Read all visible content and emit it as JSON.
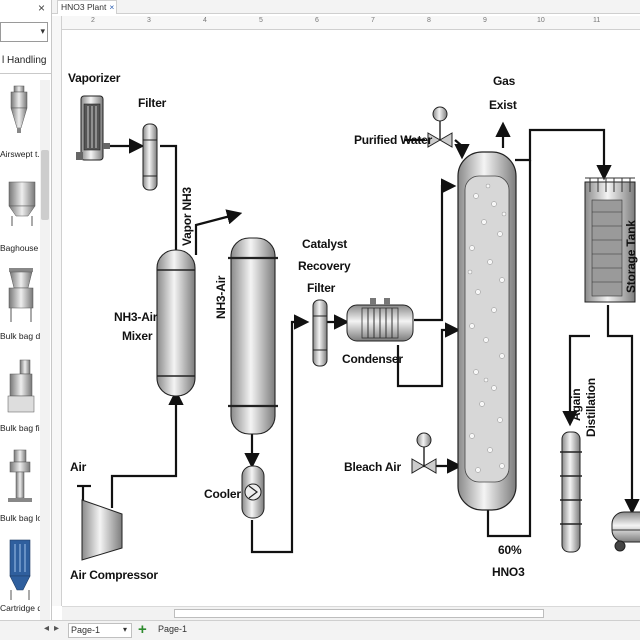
{
  "tab": {
    "title": "HNO3 Plant",
    "close": "×"
  },
  "library": {
    "close": "×",
    "group": "l Handling",
    "items": [
      {
        "label": "Airswept t...",
        "icon": "cyclone-separator-icon"
      },
      {
        "label": "Baghouse ...",
        "icon": "baghouse-icon"
      },
      {
        "label": "Bulk bag di...",
        "icon": "bulk-bag-discharger-icon"
      },
      {
        "label": "Bulk bag fil...",
        "icon": "bulk-bag-filler-icon"
      },
      {
        "label": "Bulk bag lo...",
        "icon": "bulk-bag-loader-icon"
      },
      {
        "label": "Cartridge d...",
        "icon": "cartridge-dust-collector-icon"
      }
    ]
  },
  "ruler": {
    "marks": [
      "2",
      "3",
      "4",
      "5",
      "6",
      "7",
      "8",
      "9",
      "10",
      "11"
    ]
  },
  "diagram": {
    "vaporizer": "Vaporizer",
    "filter": "Filter",
    "vapor_nh3": "Vapor NH3",
    "nh3_air": "NH3-Air",
    "mixer_l1": "NH3-Air",
    "mixer_l2": "Mixer",
    "catalyst_l1": "Catalyst",
    "catalyst_l2": "Recovery",
    "catalyst_l3": "Filter",
    "condenser": "Condenser",
    "purified_water": "Purified Water",
    "gas_l1": "Gas",
    "gas_l2": "Exist",
    "storage_tank": "Storage Tank",
    "again_l1": "Again",
    "again_l2": "Distillation",
    "bleach_air": "Bleach Air",
    "air": "Air",
    "air_compressor": "Air Compressor",
    "cooler": "Cooler",
    "product_l1": "60%",
    "product_l2": "HNO3"
  },
  "pages": {
    "current": "Page-1",
    "tab": "Page-1",
    "add": "+"
  },
  "colors": {
    "accent": "#2a5db0",
    "line": "#111111",
    "equipment_light": "#f2f2f2",
    "equipment_dark": "#8c8c8c"
  }
}
